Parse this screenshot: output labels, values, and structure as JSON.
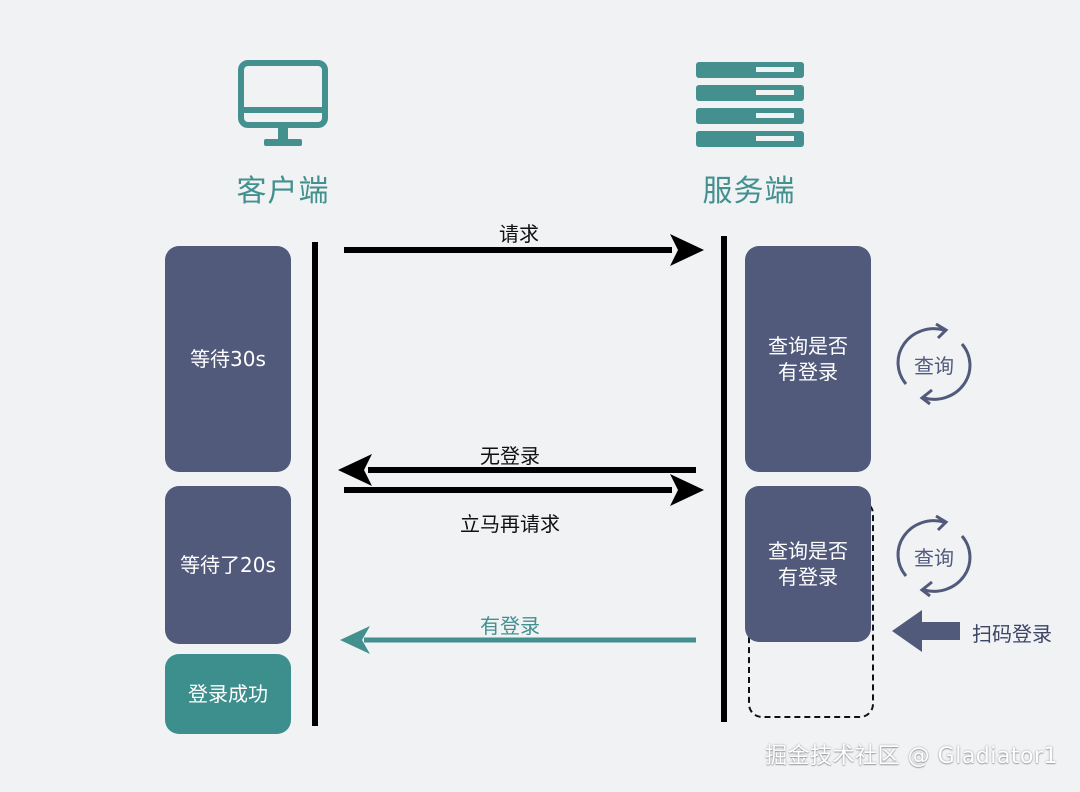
{
  "client": {
    "title": "客户端",
    "icon": "monitor-icon"
  },
  "server": {
    "title": "服务端",
    "icon": "server-icon"
  },
  "client_boxes": {
    "wait30": "等待30s",
    "wait20": "等待了20s",
    "success": "登录成功"
  },
  "server_boxes": {
    "query1": "查询是否\n有登录",
    "query2": "查询是否\n有登录"
  },
  "messages": {
    "request": "请求",
    "no_login": "无登录",
    "re_request": "立马再请求",
    "has_login": "有登录"
  },
  "cycles": {
    "query1": "查询",
    "query2": "查询"
  },
  "scan": {
    "label": "扫码登录"
  },
  "watermark": "掘金技术社区 @ Gladiator1",
  "colors": {
    "teal": "#43908f",
    "slate": "#525a7c",
    "background": "#f0f2f4"
  }
}
